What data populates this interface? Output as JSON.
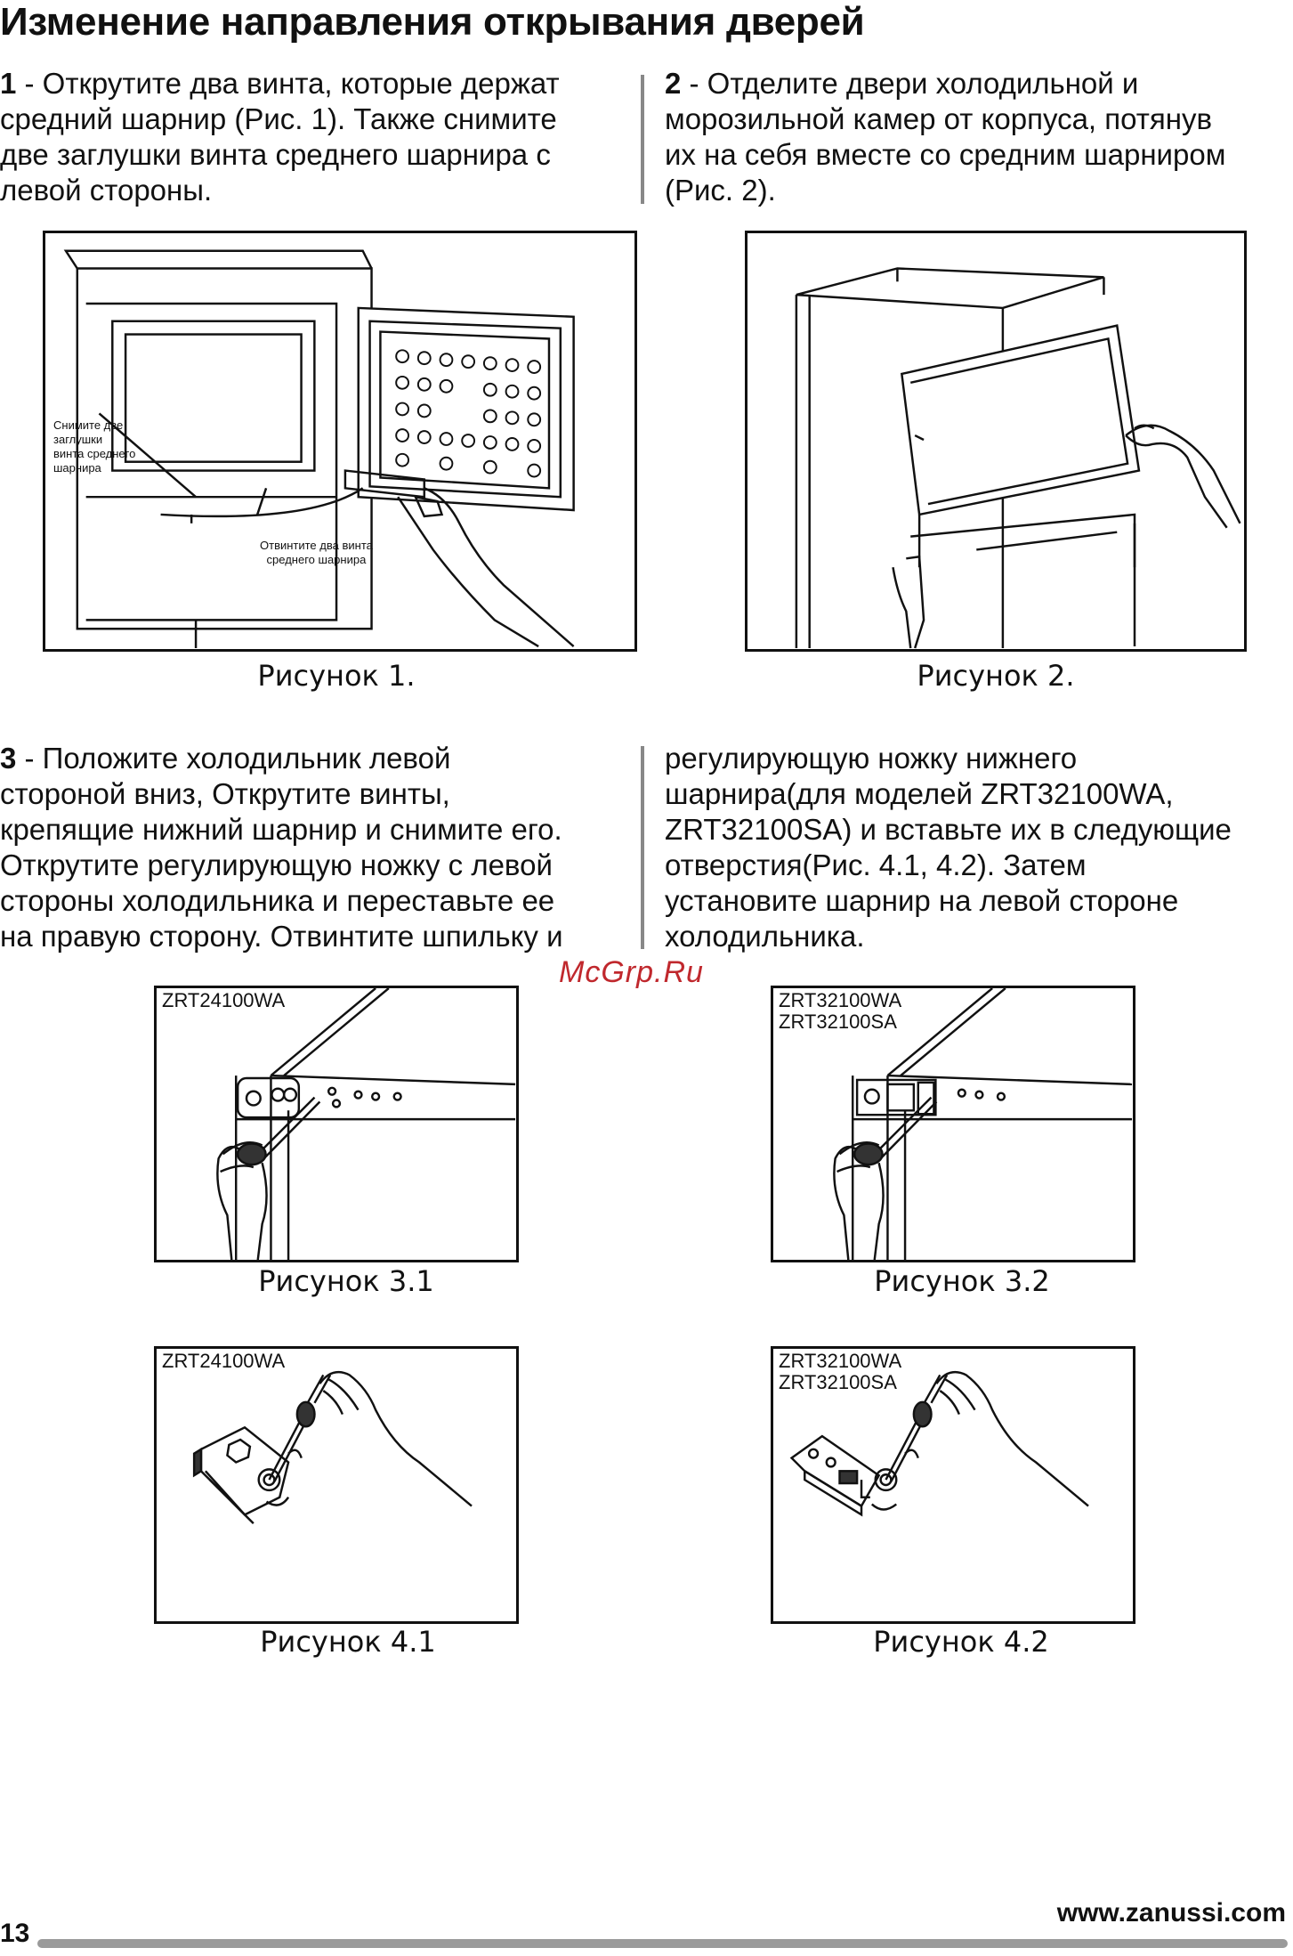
{
  "heading": "Изменение направления открывания дверей",
  "steps": [
    {
      "num": "1",
      "text": " - Открутите два винта, которые держат\nсредний шарнир (Рис. 1). Также снимите\nдве заглушки винта среднего шарнира с\nлевой стороны."
    },
    {
      "num": "2",
      "text": " - Отделите двери холодильной и\nморозильной камер от корпуса, потянув\nих на себя вместе со средним шарниром\n(Рис. 2)."
    },
    {
      "num": "3",
      "text": " - Положите холодильник левой\nстороной вниз, Открутите винты,\nкрепящие нижний шарнир и снимите его.\nОткрутите регулирующую ножку с левой\nстороны холодильника и переставьте ее\nна правую сторону. Отвинтите шпильку и"
    },
    {
      "num": "",
      "text": "регулирующую ножку нижнего\nшарнира(для моделей ZRT32100WA,\nZRT32100SA) и вставьте их в следующие\nотверстия(Рис. 4.1, 4.2). Затем\nустановите шарнир на левой стороне\nхолодильника."
    }
  ],
  "figures": {
    "fig1": {
      "caption": "Рисунок 1.",
      "callout_left": "Снимите две\nзаглушки\nвинта среднего\nшарнира",
      "callout_bottom": "Отвинтите два винта\nсреднего шарнира"
    },
    "fig2": {
      "caption": "Рисунок 2."
    },
    "fig31": {
      "caption": "Рисунок 3.1",
      "model": "ZRT24100WA"
    },
    "fig32": {
      "caption": "Рисунок 3.2",
      "model": "ZRT32100WA\nZRT32100SA"
    },
    "fig41": {
      "caption": "Рисунок 4.1",
      "model": "ZRT24100WA"
    },
    "fig42": {
      "caption": "Рисунок 4.2",
      "model": "ZRT32100WA\nZRT32100SA"
    }
  },
  "watermark": "McGrp.Ru",
  "footer": {
    "page_number": "13",
    "website": "www.zanussi.com"
  },
  "colors": {
    "watermark": "#c0282d",
    "rule": "#888888",
    "footer_bar": "#9a9a9a"
  }
}
